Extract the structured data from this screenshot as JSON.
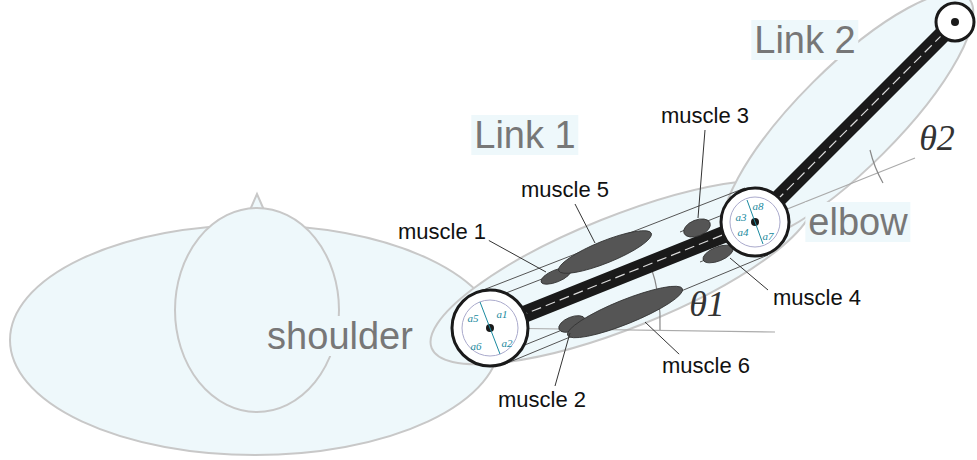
{
  "diagram": {
    "labels": [
      "Link 2",
      "Link 1",
      "muscle 3",
      "muscle 5",
      "muscle 1",
      "elbow",
      "muscle 4",
      "shoulder",
      "muscle 6",
      "muscle 2",
      "θ1",
      "θ2",
      "a1",
      "a2",
      "a5",
      "a6",
      "a3",
      "a4",
      "a8",
      "a7"
    ]
  }
}
